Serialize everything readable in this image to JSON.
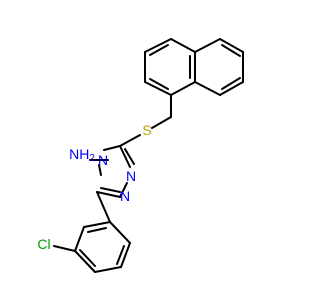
{
  "molecule": {
    "atom_labels": {
      "sulfur": "S",
      "amine": "NH",
      "amine_sub": "2",
      "ring_n4": "N",
      "ring_n1": "N",
      "ring_n2": "N",
      "chlorine": "Cl"
    },
    "colors": {
      "bond": "#000000",
      "nitrogen": "#0000ff",
      "sulfur": "#b8a800",
      "chlorine": "#00a000"
    }
  }
}
